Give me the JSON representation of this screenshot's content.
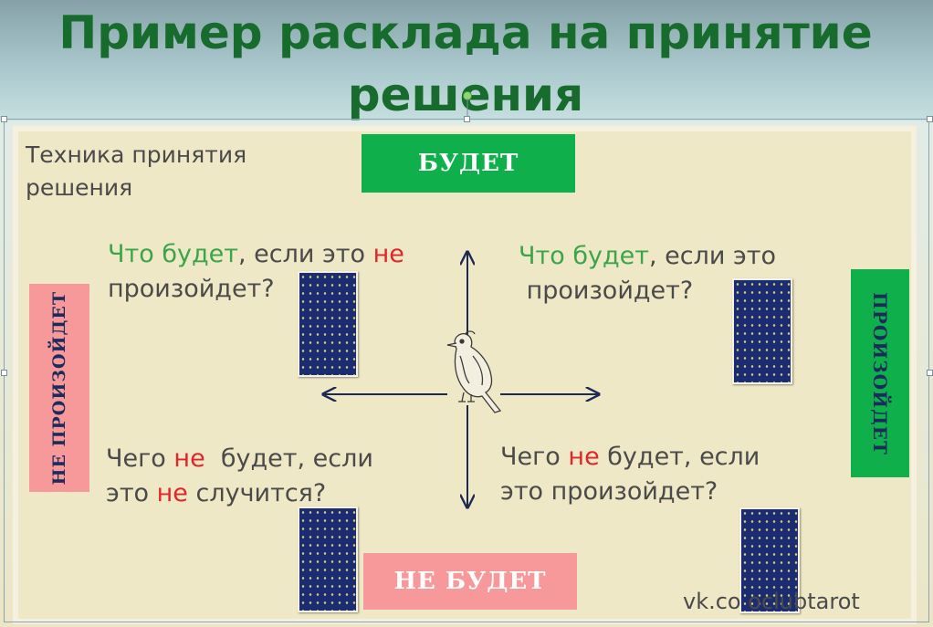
{
  "slide": {
    "title": "Пример расклада на принятие решения"
  },
  "card": {
    "technique_title": "Техника принятия решения",
    "labels": {
      "top": "БУДЕТ",
      "bottom": "НЕ БУДЕТ",
      "left": "НЕ ПРОИЗОЙДЕТ",
      "right": "ПРОИЗОЙДЕТ"
    },
    "questions": {
      "top_left": [
        {
          "t": "Что будет",
          "c": "g"
        },
        {
          "t": ", если это ",
          "c": ""
        },
        {
          "t": "не",
          "c": "r"
        },
        {
          "t": "\nпроизойдет?",
          "c": ""
        }
      ],
      "top_right": [
        {
          "t": "Что будет",
          "c": "g"
        },
        {
          "t": ", если это\n произойдет?",
          "c": ""
        }
      ],
      "bottom_left": [
        {
          "t": "Чего ",
          "c": ""
        },
        {
          "t": "не",
          "c": "r"
        },
        {
          "t": "  будет, если\nэто ",
          "c": ""
        },
        {
          "t": "не",
          "c": "r"
        },
        {
          "t": " случится?",
          "c": ""
        }
      ],
      "bottom_right": [
        {
          "t": "Чего ",
          "c": ""
        },
        {
          "t": "не",
          "c": "r"
        },
        {
          "t": " будет, если\nэто произойдет?",
          "c": ""
        }
      ]
    },
    "watermark": "vk.co      oclubtarot",
    "colors": {
      "title_green": "#176b2c",
      "label_green": "#0fb04c",
      "label_pink": "#f7999a",
      "accent_green": "#3aa54a",
      "accent_red": "#e0262a",
      "card_back": "#1c2c72",
      "arrow": "#1b2a52"
    },
    "icons": {
      "center": "bird-icon",
      "cards": "tarot-card-back"
    }
  }
}
